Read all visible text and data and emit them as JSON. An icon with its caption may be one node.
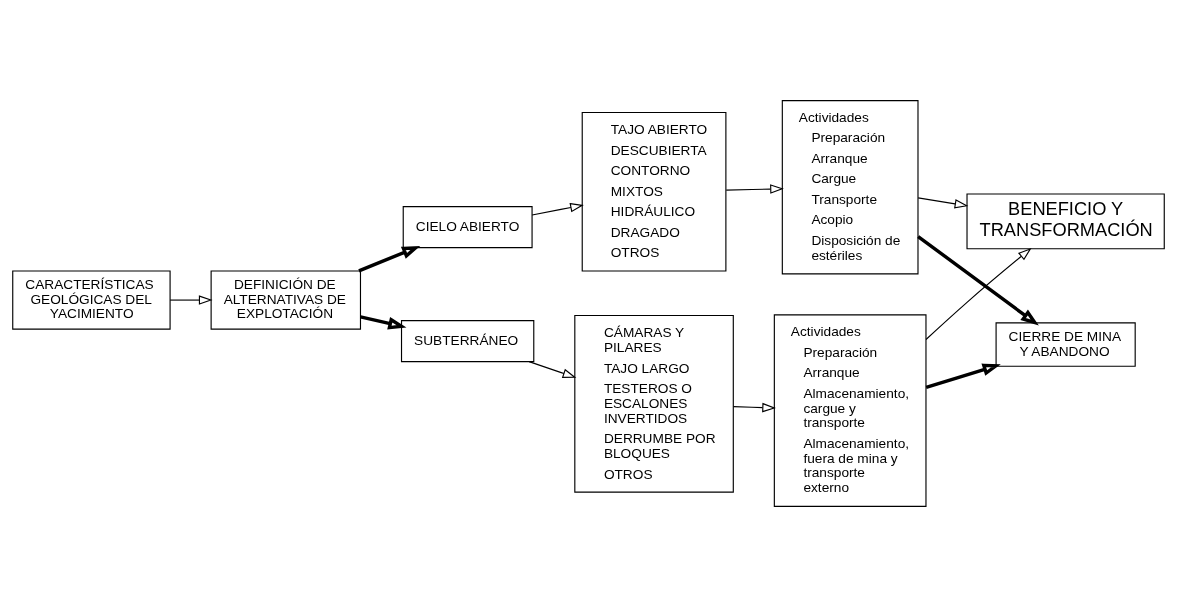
{
  "diagram": {
    "nodes": [
      {
        "text": [
          "CARACTERÍSTICAS GEOLÓGICAS DEL YACIMIENTO"
        ]
      },
      {
        "text": [
          "DEFINICIÓN DE ALTERNATIVAS DE EXPLOTACIÓN"
        ]
      },
      {
        "text": [
          "CIELO ABIERTO"
        ]
      },
      {
        "text": [
          "TAJO ABIERTO",
          "DESCUBIERTA",
          "CONTORNO",
          "MIXTOS",
          "HIDRÁULICO",
          "DRAGADO",
          "OTROS"
        ]
      },
      {
        "text": [
          "Actividades",
          "Preparación",
          "Arranque",
          "Cargue",
          "Transporte",
          "Acopio",
          "Disposición de estériles"
        ]
      },
      {
        "text": [
          "BENEFICIO Y TRANSFORMACIÓN"
        ]
      },
      {
        "text": [
          "SUBTERRÁNEO"
        ]
      },
      {
        "text": [
          "CÁMARAS Y PILARES",
          "TAJO LARGO",
          "TESTEROS O ESCALONES INVERTIDOS",
          "DERRUMBE POR BLOQUES",
          "OTROS"
        ]
      },
      {
        "text": [
          "Actividades",
          "Preparación",
          "Arranque",
          "Almacenamiento, cargue y transporte",
          "Almacenamiento, fuera de mina y transporte externo"
        ]
      },
      {
        "text": [
          "CIERRE DE MINA Y ABANDONO"
        ]
      }
    ],
    "edges": [
      {
        "from": 0,
        "to": 1,
        "arrow": "to"
      },
      {
        "from": 1,
        "to": 2,
        "arrow": "to",
        "style": "thick"
      },
      {
        "from": 1,
        "to": 6,
        "arrow": "to",
        "style": "thick"
      },
      {
        "from": 2,
        "to": 3,
        "arrow": "to"
      },
      {
        "from": 3,
        "to": 4,
        "arrow": "to"
      },
      {
        "from": 4,
        "to": 5,
        "arrow": "to"
      },
      {
        "from": 6,
        "to": 7,
        "arrow": "to"
      },
      {
        "from": 7,
        "to": 8,
        "arrow": "to"
      },
      {
        "from": 8,
        "to": 5,
        "arrow": "to"
      },
      {
        "from": 4,
        "to": 9,
        "arrow": "to",
        "style": "thick"
      },
      {
        "from": 8,
        "to": 9,
        "arrow": "to",
        "style": "thick"
      }
    ]
  }
}
